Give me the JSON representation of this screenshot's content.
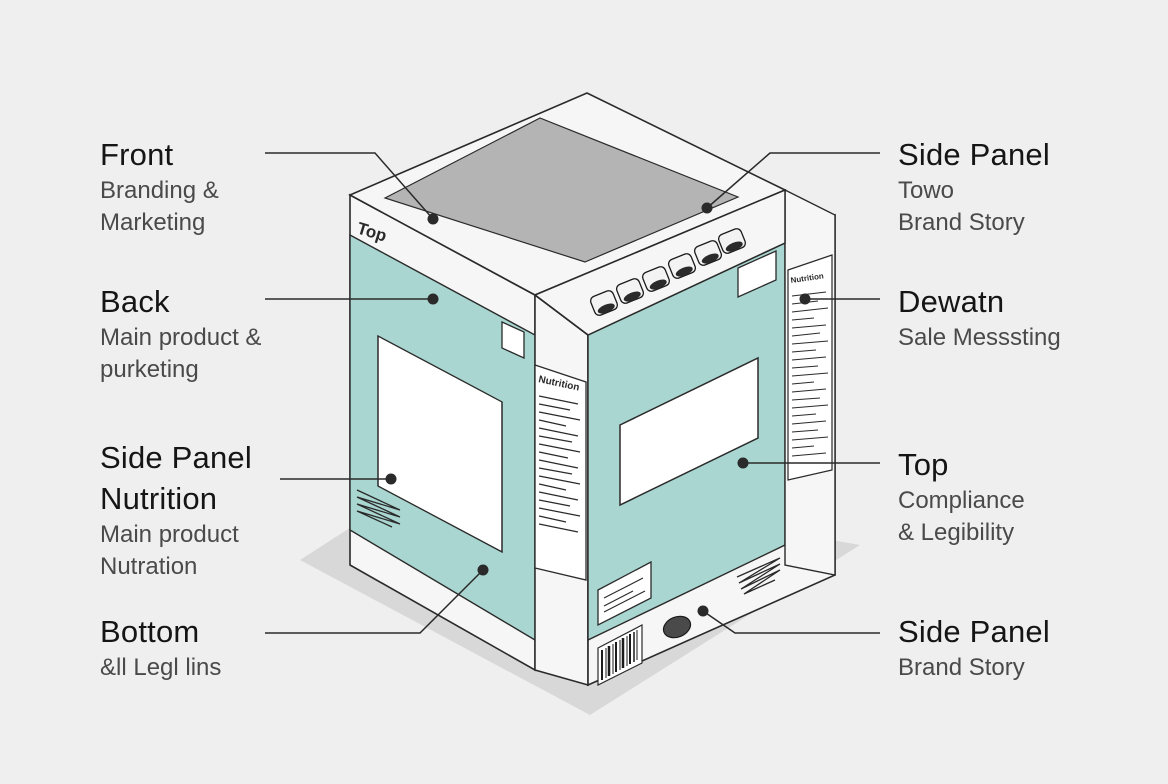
{
  "diagram": {
    "box_top_label": "Top",
    "nutrition_label_left": "Nutrition",
    "nutrition_label_right": "Nutrition",
    "colors": {
      "background": "#efefef",
      "panel_teal": "#a9d6d0",
      "box_white": "#f6f6f6",
      "lid_gray": "#b4b4b4",
      "outline": "#2a2a2a",
      "shadow": "#d6d6d6"
    }
  },
  "callouts": {
    "left": [
      {
        "title": "Front",
        "lines": [
          "Branding &",
          "Marketing"
        ]
      },
      {
        "title": "Back",
        "lines": [
          "Main product &",
          "purketing"
        ]
      },
      {
        "title_lines": [
          "Side Panel",
          "Nutrition"
        ],
        "lines": [
          "Main product",
          "Nutration"
        ]
      },
      {
        "title": "Bottom",
        "lines": [
          "&ll Legl lins"
        ]
      }
    ],
    "right": [
      {
        "title": "Side Panel",
        "lines": [
          "Towo",
          "Brand Story"
        ]
      },
      {
        "title": "Dewatn",
        "lines": [
          "Sale Messsting"
        ]
      },
      {
        "title": "Top",
        "lines": [
          "Compliance",
          "& Legibility"
        ]
      },
      {
        "title": "Side Panel",
        "lines": [
          "Brand Story"
        ]
      }
    ]
  }
}
